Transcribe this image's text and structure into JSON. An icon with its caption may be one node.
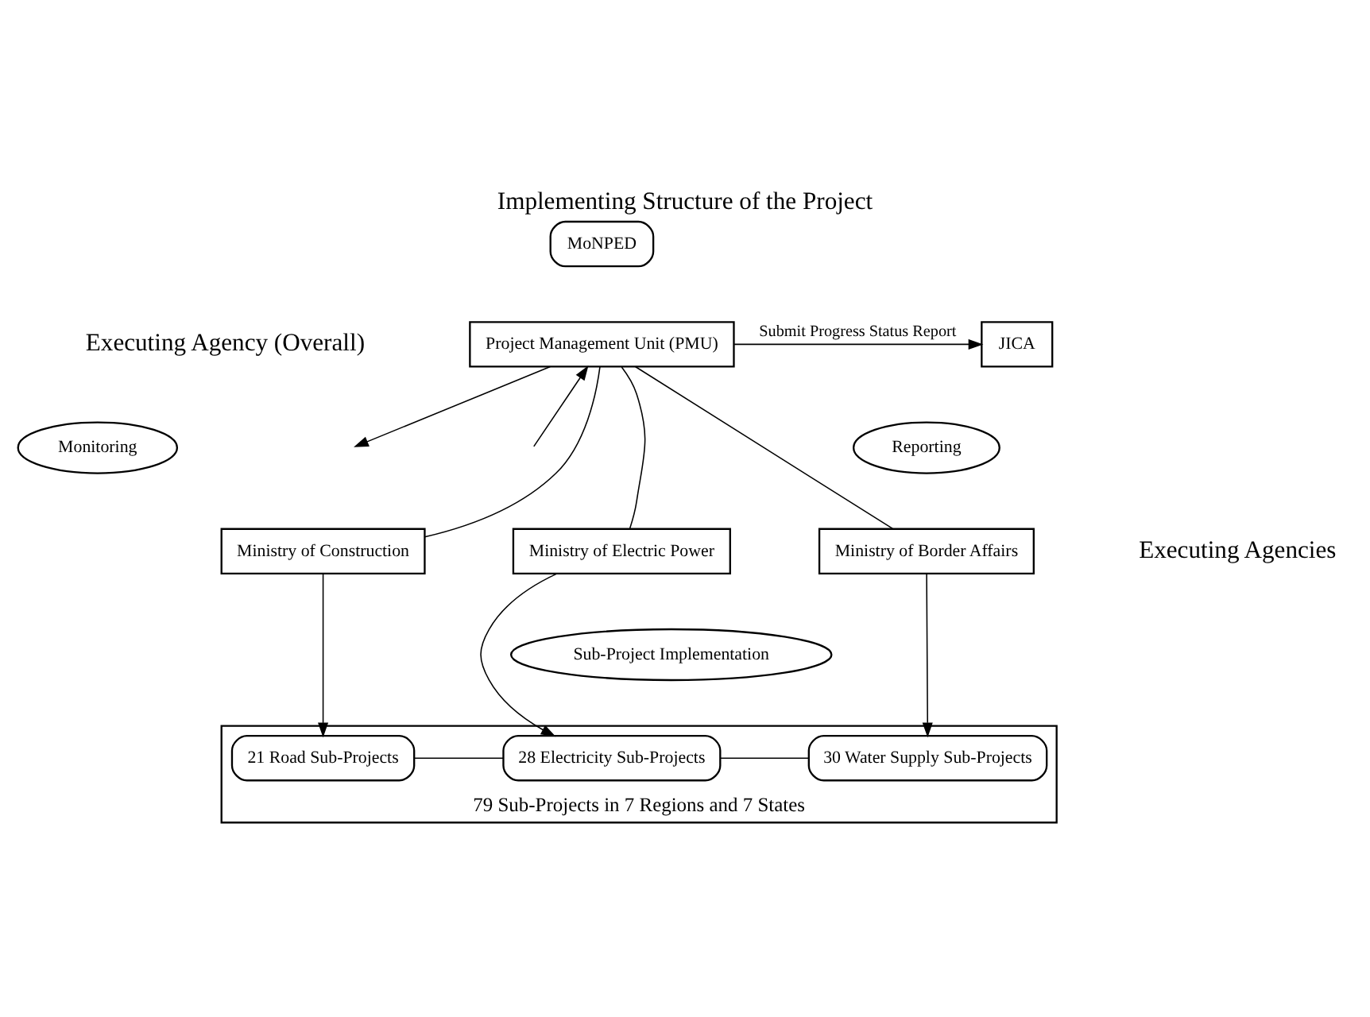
{
  "diagram": {
    "title": "Implementing Structure of the Project",
    "nodes": [
      {
        "text": [
          "MoNPED"
        ]
      },
      {
        "text": [
          "Project Management Unit (PMU)"
        ]
      },
      {
        "text": [
          "JICA"
        ]
      },
      {
        "text": [
          "Monitoring"
        ]
      },
      {
        "text": [
          "Reporting"
        ]
      },
      {
        "text": [
          "Ministry of Construction"
        ]
      },
      {
        "text": [
          "Ministry of Electric Power"
        ]
      },
      {
        "text": [
          "Ministry of Border Affairs"
        ]
      },
      {
        "text": [
          "Sub-Project Implementation"
        ]
      },
      {
        "text": [
          "79 Sub-Projects in 7 Regions and 7 States"
        ]
      },
      {
        "text": [
          "21 Road Sub-Projects"
        ],
        "in": 9
      },
      {
        "text": [
          "28 Electricity Sub-Projects"
        ],
        "in": 9
      },
      {
        "text": [
          "30 Water Supply Sub-Projects"
        ],
        "in": 9
      }
    ],
    "edges": [
      {
        "from": 1,
        "to": 2,
        "arrow": "to",
        "label": "Submit Progress Status Report"
      },
      {
        "from": 1,
        "to": null,
        "arrow": "to"
      },
      {
        "from": null,
        "to": 1,
        "arrow": "to"
      },
      {
        "from": 1,
        "to": 5,
        "arrow": "none"
      },
      {
        "from": 1,
        "to": 6,
        "arrow": "none"
      },
      {
        "from": 1,
        "to": 7,
        "arrow": "none"
      },
      {
        "from": 5,
        "to": 10,
        "arrow": "to"
      },
      {
        "from": 6,
        "to": 11,
        "arrow": "to"
      },
      {
        "from": 7,
        "to": 12,
        "arrow": "to"
      },
      {
        "from": 10,
        "to": 11,
        "arrow": "none"
      },
      {
        "from": 11,
        "to": 12,
        "arrow": "none"
      }
    ],
    "labels": [
      "Executing Agency (Overall)",
      "Executing Agencies"
    ]
  }
}
